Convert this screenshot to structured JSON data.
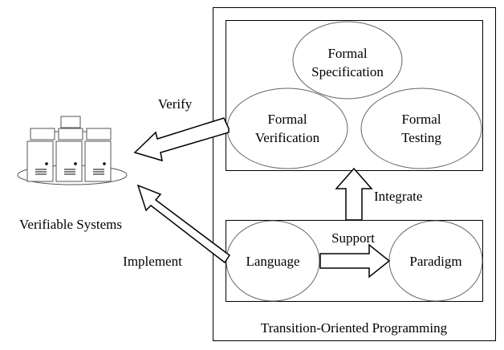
{
  "ellipses": {
    "formal_specification": [
      "Formal",
      "Specification"
    ],
    "formal_verification": [
      "Formal",
      "Verification"
    ],
    "formal_testing": [
      "Formal",
      "Testing"
    ],
    "language": "Language",
    "paradigm": "Paradigm"
  },
  "labels": {
    "verify": "Verify",
    "implement": "Implement",
    "integrate": "Integrate",
    "support": "Support",
    "verifiable_systems": "Verifiable Systems",
    "transition_oriented_programming": "Transition-Oriented Programming"
  },
  "colors": {
    "stroke": "#000000",
    "ellipse_stroke": "#666666",
    "fill": "#ffffff"
  },
  "icons": {
    "servers": "server-cluster-icon"
  }
}
